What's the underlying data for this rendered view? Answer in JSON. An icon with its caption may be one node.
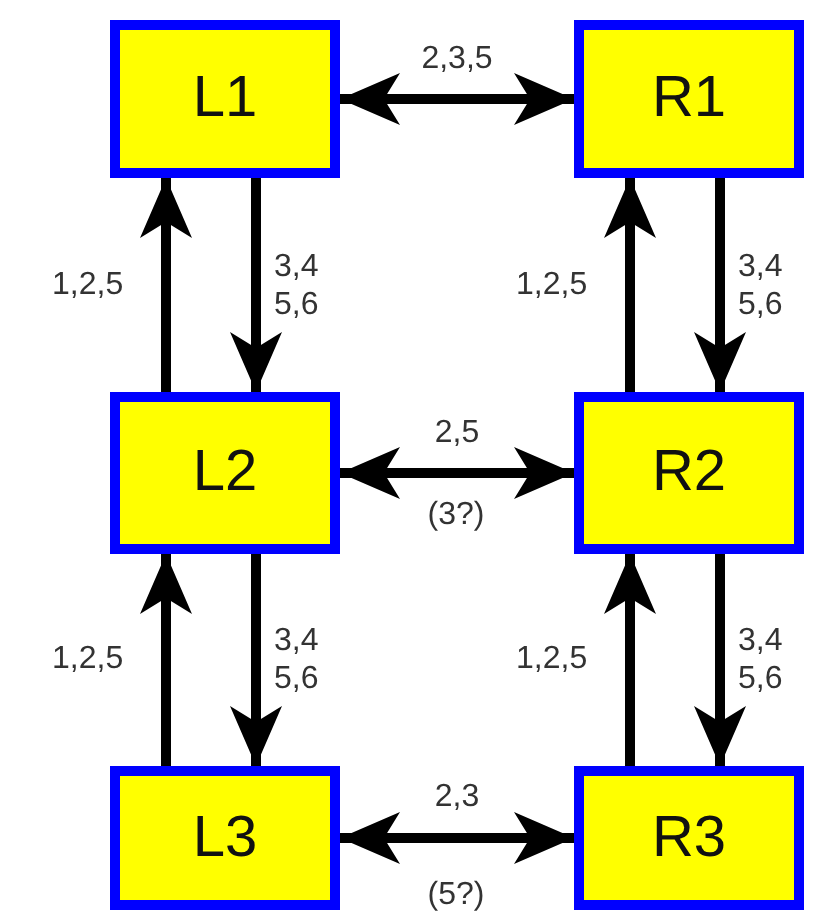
{
  "diagram": {
    "nodes": [
      {
        "text": [
          "L1"
        ]
      },
      {
        "text": [
          "R1"
        ]
      },
      {
        "text": [
          "L2"
        ]
      },
      {
        "text": [
          "R2"
        ]
      },
      {
        "text": [
          "L3"
        ]
      },
      {
        "text": [
          "R3"
        ]
      }
    ],
    "edges": [
      {
        "from": 0,
        "to": 1,
        "arrow": "both",
        "label": "2,3,5"
      },
      {
        "from": 2,
        "to": 0,
        "arrow": "to",
        "label": "1,2,5"
      },
      {
        "from": 0,
        "to": 2,
        "arrow": "to",
        "label": "3,4 5,6"
      },
      {
        "from": 3,
        "to": 1,
        "arrow": "to",
        "label": "1,2,5"
      },
      {
        "from": 1,
        "to": 3,
        "arrow": "to",
        "label": "3,4 5,6"
      },
      {
        "from": 2,
        "to": 3,
        "arrow": "both",
        "label": "2,5"
      },
      {
        "from": 4,
        "to": 2,
        "arrow": "to",
        "label": "1,2,5"
      },
      {
        "from": 2,
        "to": 4,
        "arrow": "to",
        "label": "3,4 5,6"
      },
      {
        "from": 5,
        "to": 3,
        "arrow": "to",
        "label": "1,2,5"
      },
      {
        "from": 3,
        "to": 5,
        "arrow": "to",
        "label": "3,4 5,6"
      },
      {
        "from": 4,
        "to": 5,
        "arrow": "both",
        "label": "2,3"
      }
    ],
    "labels": [
      "(3?)",
      "(5?)"
    ]
  }
}
